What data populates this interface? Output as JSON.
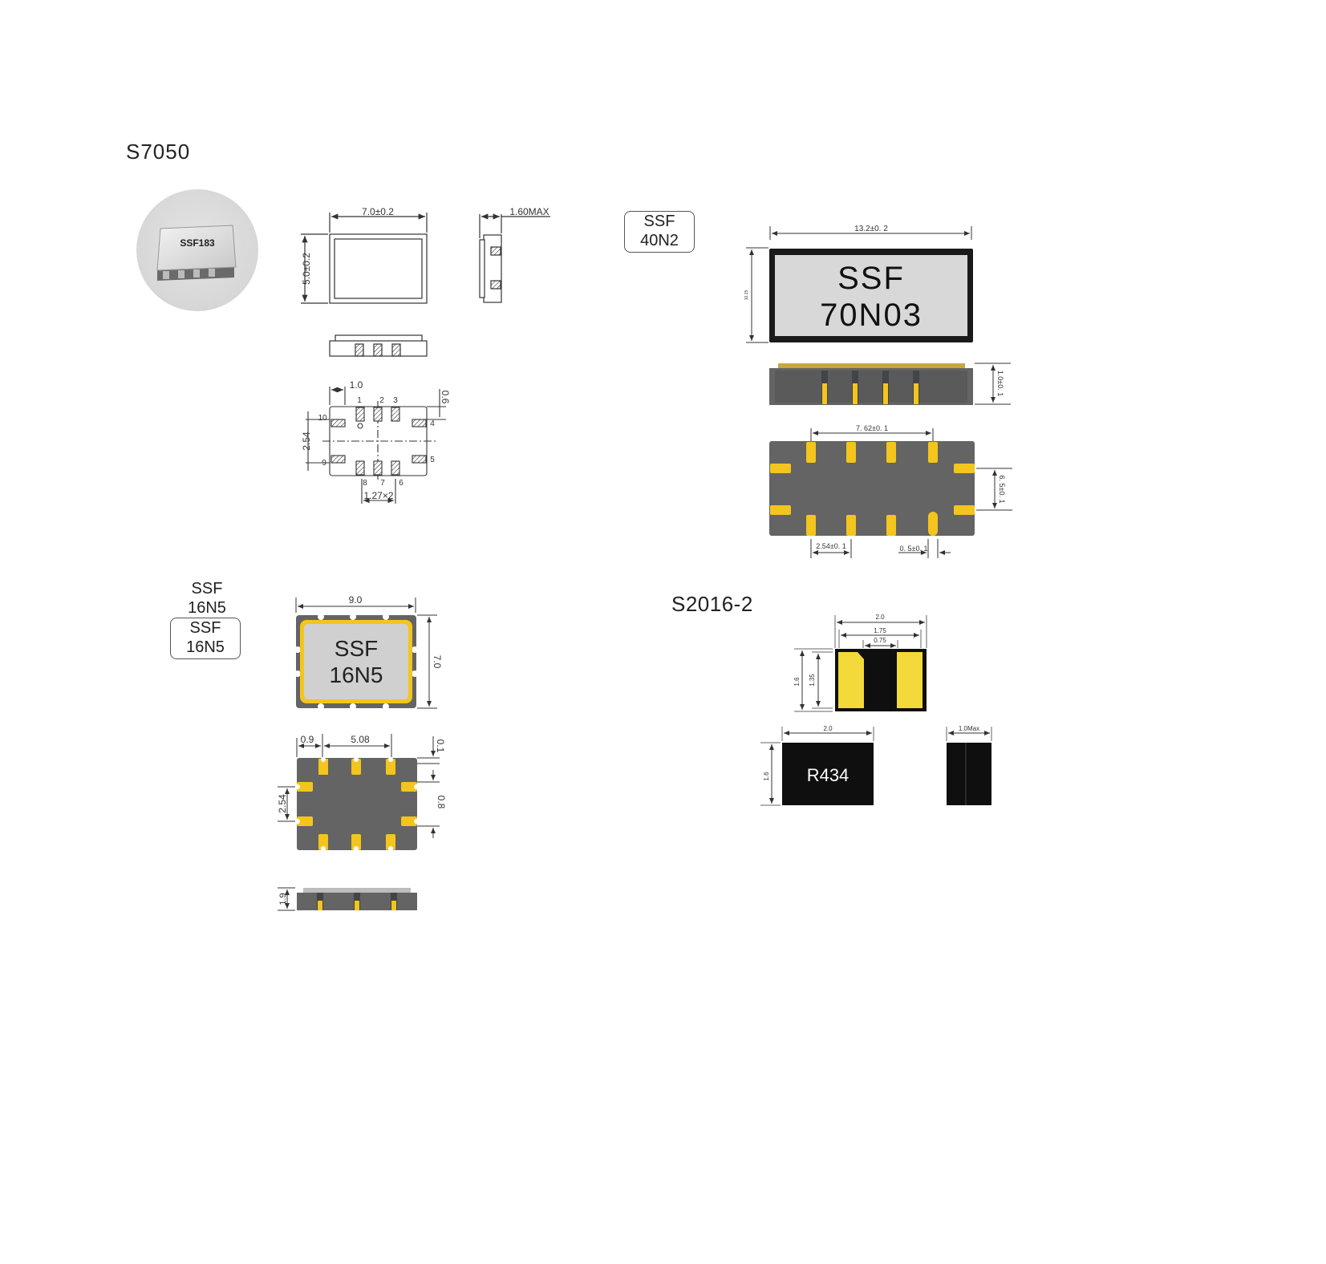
{
  "sections": {
    "s7050": {
      "title": "S7050",
      "photo_marking": "SSF183",
      "dims": {
        "width": "7.0±0.2",
        "height": "5.0±0.2",
        "thickness": "1.60MAX",
        "pad_width": "1.0",
        "pad_gap": "0.6",
        "pitch_v": "2.54",
        "pitch_h": "1.27×2"
      },
      "pins": [
        "1",
        "2",
        "3",
        "4",
        "5",
        "6",
        "7",
        "8",
        "9",
        "10"
      ]
    },
    "ssf70n03": {
      "box_label_1": "SSF",
      "box_label_2": "40N2",
      "marking_1": "SSF",
      "marking_2": "70N03",
      "dims": {
        "length": "13.2±0. 2",
        "height": "10.15",
        "thickness": "1.0±0. 1",
        "pad_span": "7. 62±0. 1",
        "side_span": "6. 5±0. 1",
        "pitch": "2.54±0. 1",
        "pad_w": "0. 5±0. 1"
      }
    },
    "ssf16n5": {
      "label_1": "SSF",
      "label_2": "16N5",
      "box_label_1": "SSF",
      "box_label_2": "16N5",
      "marking_1": "SSF",
      "marking_2": "16N5",
      "dims": {
        "width": "9.0",
        "height": "7.0",
        "edge": "0.9",
        "pad_span": "5.08",
        "gap_top": "0.1",
        "pitch_v": "2.54",
        "pad_h": "0.8",
        "thickness": "1.9"
      }
    },
    "s2016": {
      "title": "S2016-2",
      "marking": "R434",
      "dims": {
        "width_top": "2.0",
        "inner_1": "1.75",
        "inner_2": "0.75",
        "height_top": "1.6",
        "inner_h": "1.35",
        "width_bottom": "2.0",
        "height_bottom": "1.6",
        "thickness": "1.0Max"
      }
    }
  }
}
